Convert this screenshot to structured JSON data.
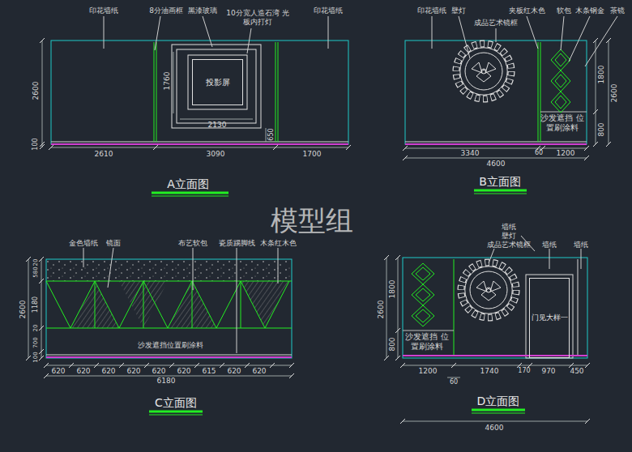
{
  "diagram": {
    "nodes": [
      {
        "text": [
          "投影屏"
        ]
      },
      {
        "text": [
          "门见大样一"
        ]
      }
    ],
    "labels": [
      "印花墙纸",
      "8分油画框",
      "黑漆玻璃",
      "10分宽人造石湾 光板内打灯",
      "印花墙纸",
      "2600",
      "100",
      "1760",
      "650",
      "2130",
      "2610",
      "3090",
      "1700",
      "A立面图",
      "印花墙纸",
      "壁灯",
      "成品艺术镜框",
      "夹板红木色",
      "软包",
      "木条钢金",
      "茶镜",
      "1800",
      "2600",
      "800",
      "沙发遮挡 位置刷涂料",
      "3340",
      "60",
      "1200",
      "4600",
      "B立面图",
      "模型组",
      "金色墙纸",
      "镜面",
      "布艺软包",
      "瓷质踢脚线",
      "木条红木色",
      "2600",
      "20",
      "580",
      "1180",
      "20",
      "700",
      "100",
      "沙发遮挡位置刷涂料",
      "620",
      "620",
      "620",
      "620",
      "620",
      "620",
      "615",
      "620",
      "620",
      "6180",
      "C立面图",
      "墙纸",
      "壁灯",
      "成品艺术镜框",
      "墙纸",
      "墙纸",
      "2600",
      "1800",
      "800",
      "沙发遮挡 位置刷涂料",
      "1200",
      "1740",
      "170",
      "970",
      "450",
      "60",
      "4600",
      "D立面图"
    ]
  }
}
